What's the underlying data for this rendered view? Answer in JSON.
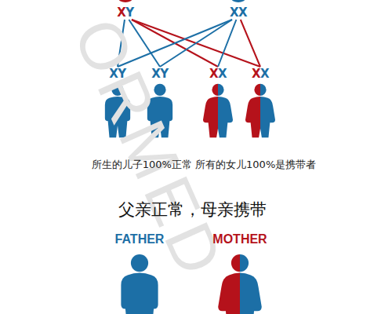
{
  "diagram": {
    "nodes": [
      {
        "text": [
          "XY"
        ]
      },
      {
        "text": [
          "XX"
        ]
      },
      {
        "text": [
          "XY"
        ]
      },
      {
        "text": [
          "XY"
        ]
      },
      {
        "text": [
          "XX"
        ]
      },
      {
        "text": [
          "XX"
        ]
      }
    ],
    "edges": [
      {
        "from": 0,
        "to": 2,
        "arrow": "none"
      },
      {
        "from": 0,
        "to": 3,
        "arrow": "none"
      },
      {
        "from": 0,
        "to": 4,
        "arrow": "none"
      },
      {
        "from": 0,
        "to": 5,
        "arrow": "none"
      },
      {
        "from": 1,
        "to": 2,
        "arrow": "none"
      },
      {
        "from": 1,
        "to": 3,
        "arrow": "none"
      },
      {
        "from": 1,
        "to": 4,
        "arrow": "none"
      },
      {
        "from": 1,
        "to": 5,
        "arrow": "none"
      }
    ],
    "labels": [
      "所生的儿子100%正常 所有的女儿100%是携带者",
      "父亲正常，母亲携带",
      "FATHER",
      "MOTHER",
      "ORMED"
    ]
  }
}
